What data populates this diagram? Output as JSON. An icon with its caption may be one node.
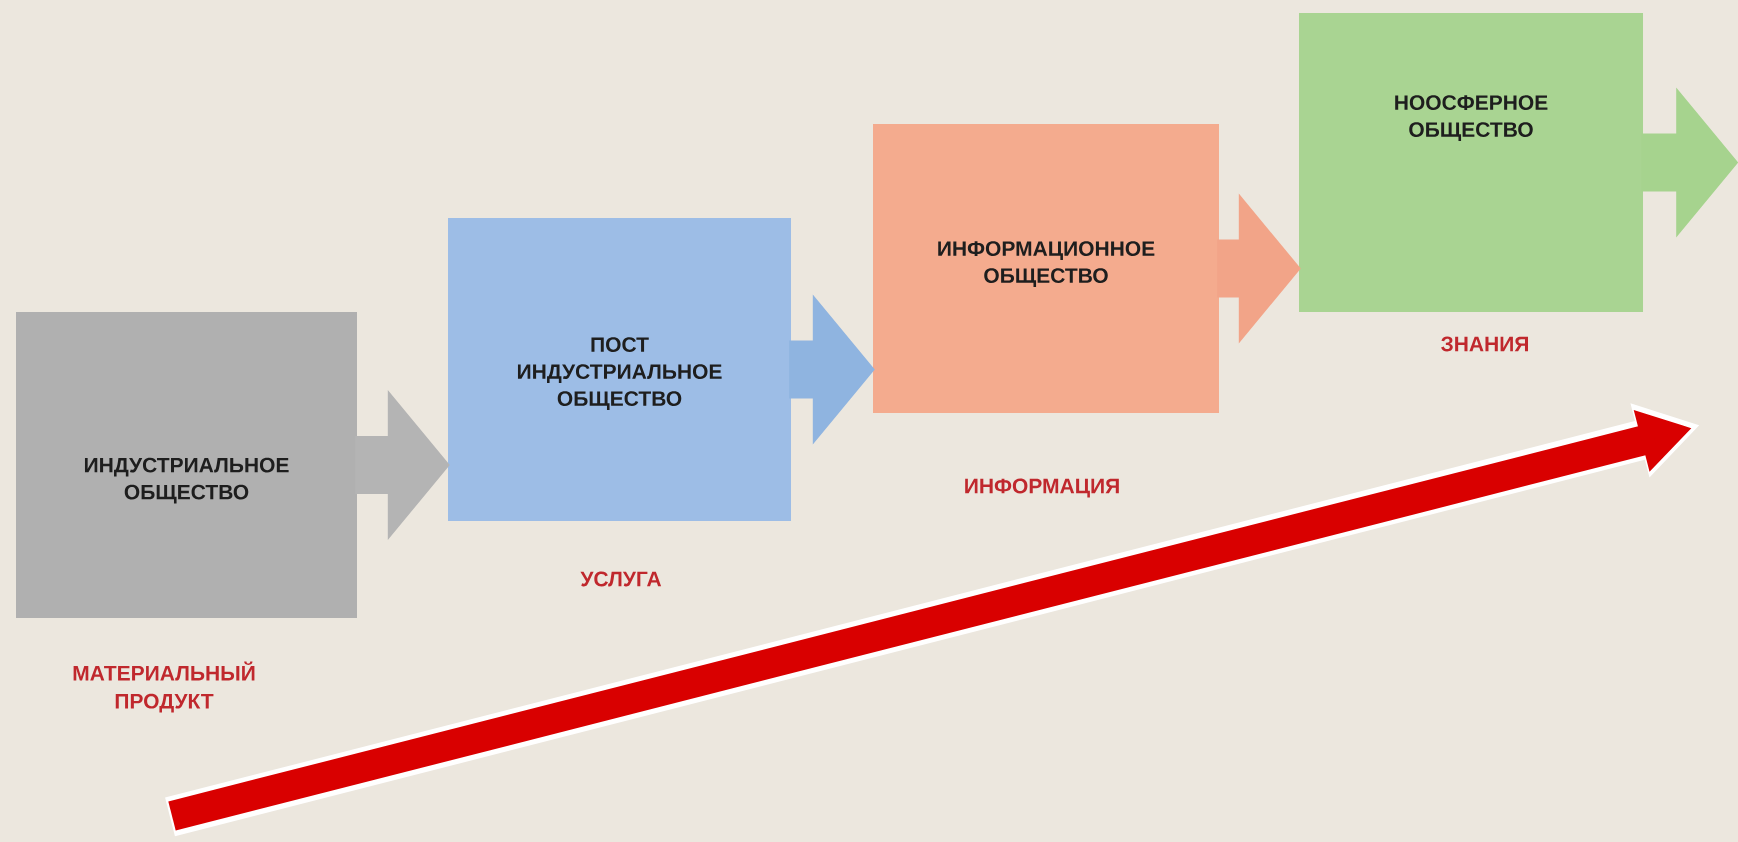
{
  "diagram": {
    "nodes": [
      {
        "text": [
          "ИНДУСТРИАЛЬНОЕ ОБЩЕСТВО"
        ],
        "beside": [
          "МАТЕРИАЛЬНЫЙ ПРОДУКТ"
        ]
      },
      {
        "text": [
          "ПОСТ ИНДУСТРИАЛЬНОЕ ОБЩЕСТВО"
        ],
        "beside": [
          "УСЛУГА"
        ]
      },
      {
        "text": [
          "ИНФОРМАЦИОННОЕ ОБЩЕСТВО"
        ],
        "beside": [
          "ИНФОРМАЦИЯ"
        ]
      },
      {
        "text": [
          "НООСФЕРНОЕ ОБЩЕСТВО"
        ],
        "beside": [
          "ЗНАНИЯ"
        ]
      }
    ],
    "edges": [
      {
        "from": 0,
        "to": 1,
        "arrow": "to",
        "color": "#b4b4b4"
      },
      {
        "from": 1,
        "to": 2,
        "arrow": "to",
        "color": "#8fb4e0"
      },
      {
        "from": 2,
        "to": 3,
        "arrow": "to",
        "color": "#f2a488"
      },
      {
        "from": 3,
        "to": null,
        "arrow": "to",
        "color": "#a6d38e"
      }
    ]
  }
}
